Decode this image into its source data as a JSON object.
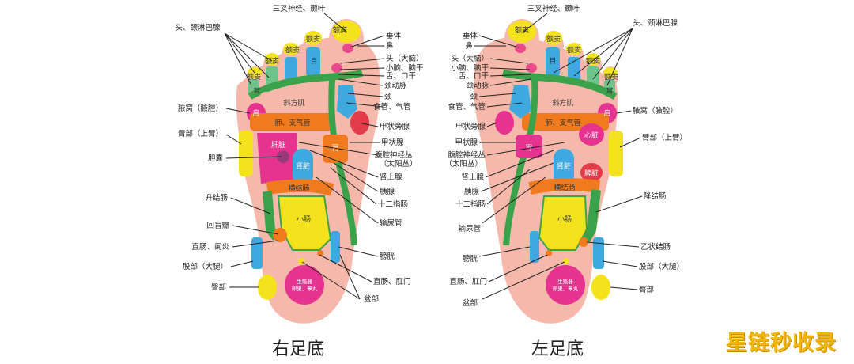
{
  "right_foot": {
    "title": "右足底",
    "left_labels": {
      "head_neck_lymph": "头、颈淋巴腺",
      "armpit": "腋窝（腋腔）",
      "upper_arm": "臂部（上臂）",
      "gallbladder": "胆囊",
      "ascending_colon": "升结肠",
      "ileocecal": "回盲瓣",
      "rectum_appendicitis": "直肠、阑炎",
      "thigh": "股部（大腿）",
      "buttock": "臀部"
    },
    "right_labels": {
      "trigeminal_temporal": "三叉神经、颞叶",
      "pituitary": "垂体",
      "nose": "鼻",
      "head_brain": "头（大脑）",
      "cerebellum_brainstem": "小脑、脑干",
      "tongue_mouth": "舌、口干",
      "carotid": "颈动脉",
      "neck": "颈",
      "esophagus_trachea": "食管、气管",
      "parathyroid": "甲状旁腺",
      "thyroid": "甲状腺",
      "celiac_plexus_line1": "腹腔神经丛",
      "celiac_plexus_line2": "（太阳丛）",
      "adrenal": "肾上腺",
      "pancreas": "胰腺",
      "duodenum": "十二指肠",
      "ureter": "输尿管",
      "bladder": "膀胱",
      "rectum_anus": "直肠、肛门",
      "pelvis": "盆部"
    },
    "zones": {
      "sinus": "额窦",
      "eye": "目",
      "ear": "耳",
      "trapezius": "斜方肌",
      "shoulder": "肩",
      "lung_bronchus": "肺、支气管",
      "liver": "肝脏",
      "kidney": "肾脏",
      "stomach": "胃",
      "transverse_colon": "横结肠",
      "small_intestine": "小肠",
      "genital": "生殖器",
      "genital_sub": "卵巢、睾丸"
    }
  },
  "left_foot": {
    "title": "左足底",
    "left_labels": {
      "trigeminal_temporal": "三叉神经、颞叶",
      "pituitary": "垂体",
      "nose": "鼻",
      "head_brain": "头（大脑）",
      "cerebellum_brainstem": "小脑、脑干",
      "tongue_mouth": "舌、口干",
      "carotid": "颈动脉",
      "neck": "颈",
      "esophagus_trachea": "食管、气管",
      "parathyroid": "甲状旁腺",
      "thyroid": "甲状腺",
      "celiac_plexus_line1": "腹腔神经丛",
      "celiac_plexus_line2": "（太阳丛）",
      "adrenal": "肾上腺",
      "pancreas": "胰腺",
      "duodenum": "十二指肠",
      "ureter": "输尿管",
      "bladder": "膀胱",
      "rectum_anus": "直肠、肛门",
      "pelvis": "盆部"
    },
    "right_labels": {
      "head_neck_lymph": "头、颈淋巴腺",
      "armpit": "腋窝（腋腔）",
      "upper_arm": "臂部（上臂）",
      "descending_colon": "降结肠",
      "sigmoid_colon": "乙状结肠",
      "thigh": "股部（大腿）",
      "buttock": "臀部"
    },
    "zones": {
      "sinus": "额窦",
      "eye": "目",
      "ear": "耳",
      "trapezius": "斜方肌",
      "shoulder": "肩",
      "lung_bronchus": "肺、支气管",
      "heart": "心脏",
      "stomach": "胃",
      "kidney": "肾脏",
      "spleen": "脾脏",
      "transverse_colon": "横结肠",
      "small_intestine": "小肠",
      "genital": "生殖器",
      "genital_sub": "卵巢、睾丸"
    }
  },
  "watermark": "星链秒收录"
}
